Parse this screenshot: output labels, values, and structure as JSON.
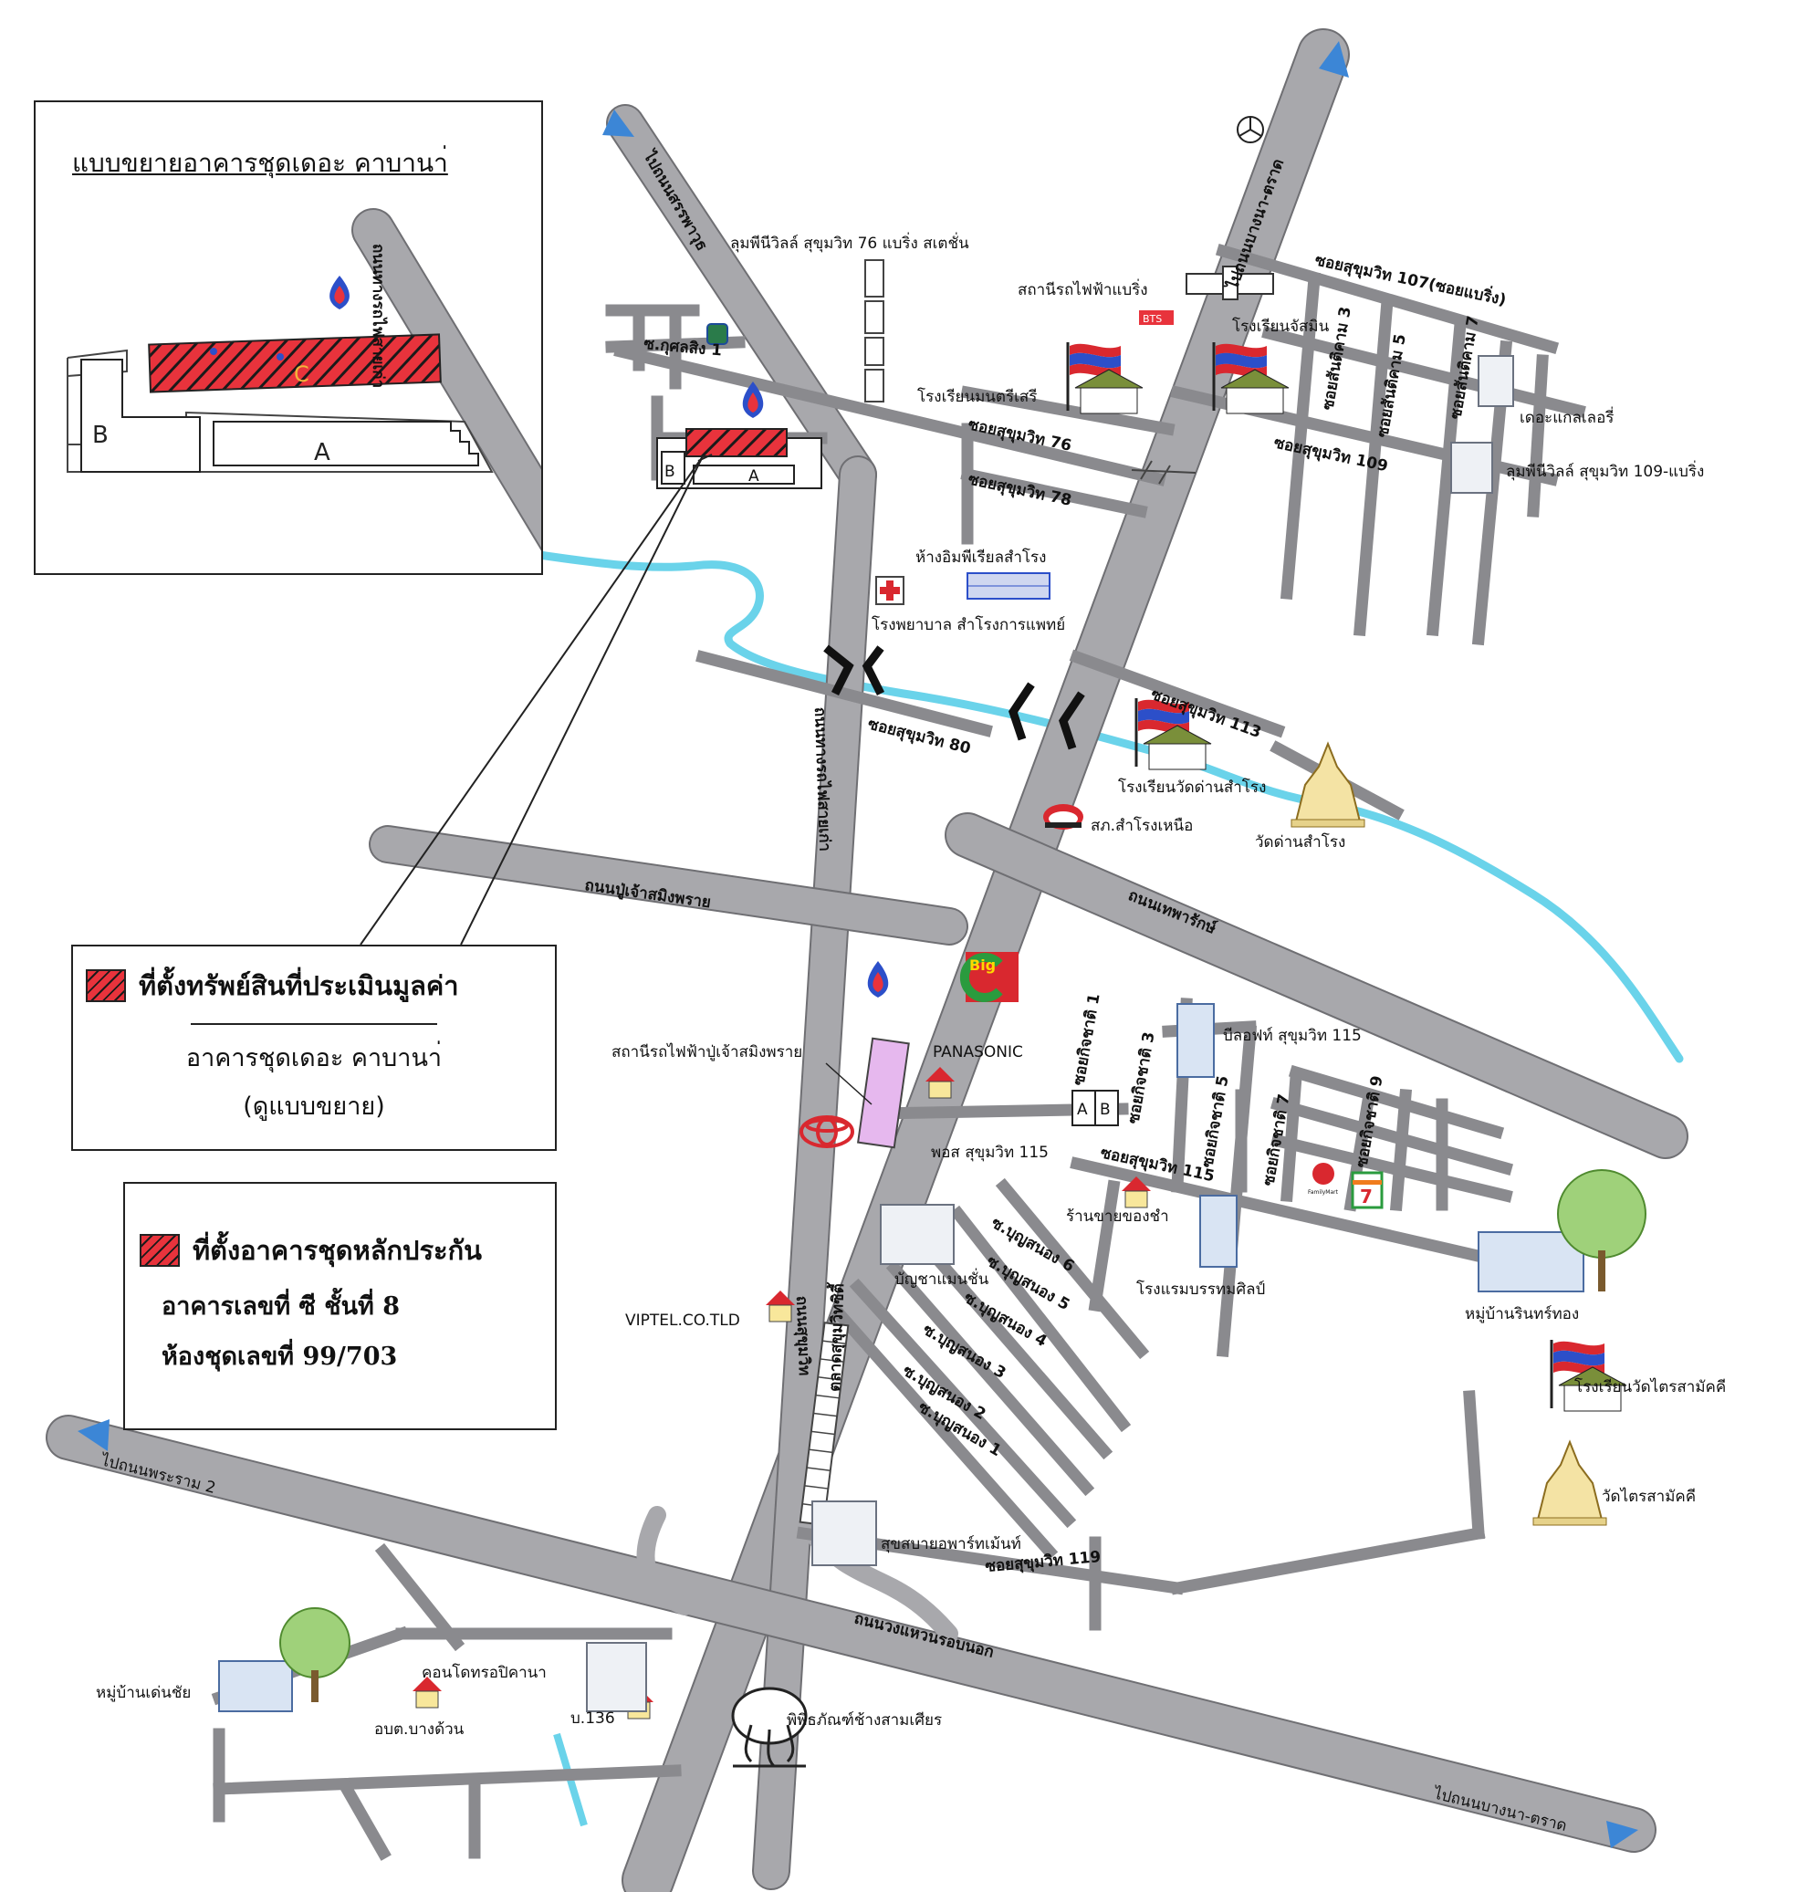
{
  "inset": {
    "title": "แบบขยายอาคารชุดเดอะ คาบานา่",
    "road_label": "ถนนทางรถไฟสายเก่า",
    "building_a": "A",
    "building_b": "B",
    "building_c": "C"
  },
  "legend_subject": {
    "title": "ที่ตั้งทรัพย์สินที่ประเมินมูลค่า",
    "line1": "อาคารชุดเดอะ คาบานา่",
    "line2": "(ดูแบบขยาย)"
  },
  "legend_collateral": {
    "title": "ที่ตั้งอาคารชุดหลักประกัน",
    "line1": "อาคารเลขที่ ซี  ชั้นที่ 8",
    "line2": "ห้องชุดเลขที่ 99/703"
  },
  "roads": {
    "to_samrong": "ไปถนนสรรพาวุธ",
    "to_bangna_trat_top": "ไปถนนบางนา-ตราด",
    "to_rama2": "ไปถนนพระราม 2",
    "to_bangna_trat_bottom": "ไปถนนบางนา-ตราด",
    "old_railway": "ถนนทางรถไฟสายเก่า",
    "puchao": "ถนนปู่เจ้าสมิงพราย",
    "theparak": "ถนนเทพารักษ์",
    "sukhumvit": "ถนนสุขุมวิท",
    "outer_ring": "ถนนวงแหวนรอบนอก",
    "soi_kusolsing": "ซ.กุศลสิง 1",
    "soi76": "ซอยสุขุมวิท 76",
    "soi78": "ซอยสุขุมวิท 78",
    "soi80": "ซอยสุขุมวิท 80",
    "soi107": "ซอยสุขุมวิท 107(ซอยแบริ่ง)",
    "soi109": "ซอยสุขุมวิท 109",
    "soi113": "ซอยสุขุมวิท 113",
    "soi115": "ซอยสุขุมวิท 115",
    "soi119": "ซอยสุขุมวิท 119",
    "soi_santi3": "ซอยสันติคาม 3",
    "soi_santi5": "ซอยสันติคาม 5",
    "soi_santi7": "ซอยสันติคาม 7",
    "soi_kit1": "ซอยกิจชาติ 1",
    "soi_kit3": "ซอยกิจชาติ 3",
    "soi_kit5": "ซอยกิจชาติ 5",
    "soi_kit7": "ซอยกิจชาติ 7",
    "soi_kit9": "ซอยกิจชาติ 9",
    "boon1": "ซ.บุญสนอง 1",
    "boon2": "ซ.บุญสนอง 2",
    "boon3": "ซ.บุญสนอง 3",
    "boon4": "ซ.บุญสนอง 4",
    "boon5": "ซ.บุญสนอง 5",
    "boon6": "ซ.บุญสนอง 6",
    "market_soi": "ตลาดสุขุมวิทซิตี้"
  },
  "places": {
    "lumpini76": "ลุมพีนีวิลล์ สุขุมวิท 76 แบริ่ง สเตชั่น",
    "bearing_station": "สถานีรถไฟฟ้าแบริ่ง",
    "bts_logo": "BTS",
    "jasmine_school": "โรงเรียนจัสมิน",
    "montri_school": "โรงเรียนมนตรีเสรี",
    "the_gallery": "เดอะแกลเลอรี่",
    "lumpini109": "ลุมพีนีวิลล์ สุขุมวิท 109-แบริ่ง",
    "imperial": "ห้างอิมพีเรียลสำโรง",
    "hospital": "โรงพยาบาล สำโรงการแพทย์",
    "wat_dan_school": "โรงเรียนวัดด่านสำโรง",
    "police": "สภ.สำโรงเหนือ",
    "wat_dan": "วัดด่านสำโรง",
    "puchao_station": "สถานีรถไฟฟ้าปู่เจ้าสมิงพราย",
    "big_c": "Big",
    "panasonic": "PANASONIC",
    "blockfield": "บีลอฟท์ สุขุมวิท 115",
    "pos": "พอส สุขุมวิท 115",
    "ab_a": "A",
    "ab_b": "B",
    "shop": "ร้านขายของชำ",
    "hotel": "โรงแรมบรรทมศิลป์",
    "family_mart": "FamilyMart",
    "seven": "7",
    "village_rin": "หมู่บ้านรินทร์ทอง",
    "wat_trai_school": "โรงเรียนวัดไตรสามัคคี",
    "wat_trai": "วัดไตรสามัคคี",
    "banchamen": "บัญชาแมนชั่น",
    "viptel": "VIPTEL.CO.TLD",
    "sukhsabai": "สุขสบายอพาร์ทเม้นท์",
    "village_den": "หมู่บ้านเด่นชัย",
    "condo_pikana": "คอนโดทรอปิคานา",
    "obt": "อบต.บางด้วน",
    "b136": "บ.136",
    "museum": "พิพิธภัณฑ์ช้างสามเศียร"
  },
  "colors": {
    "road": "#a8a8ac",
    "road_outline": "#6f6f73",
    "canal": "#6ad3ea",
    "hatch_red": "#e8333c",
    "flag_blue": "#2c4fc9",
    "flag_red": "#d9282f",
    "station_pink": "#e6b8ee",
    "arrow_blue": "#3c86d6"
  },
  "icons": [
    "ptt-gas-station-icon",
    "hospital-cross-icon",
    "school-flag-icon",
    "temple-icon",
    "police-car-icon",
    "toyota-logo-icon",
    "house-icon",
    "apartment-building-icon",
    "tree-icon",
    "elephant-icon",
    "mercedes-logo-icon",
    "seven-eleven-logo-icon",
    "family-mart-logo-icon",
    "big-c-logo-icon",
    "bts-station-icon"
  ]
}
